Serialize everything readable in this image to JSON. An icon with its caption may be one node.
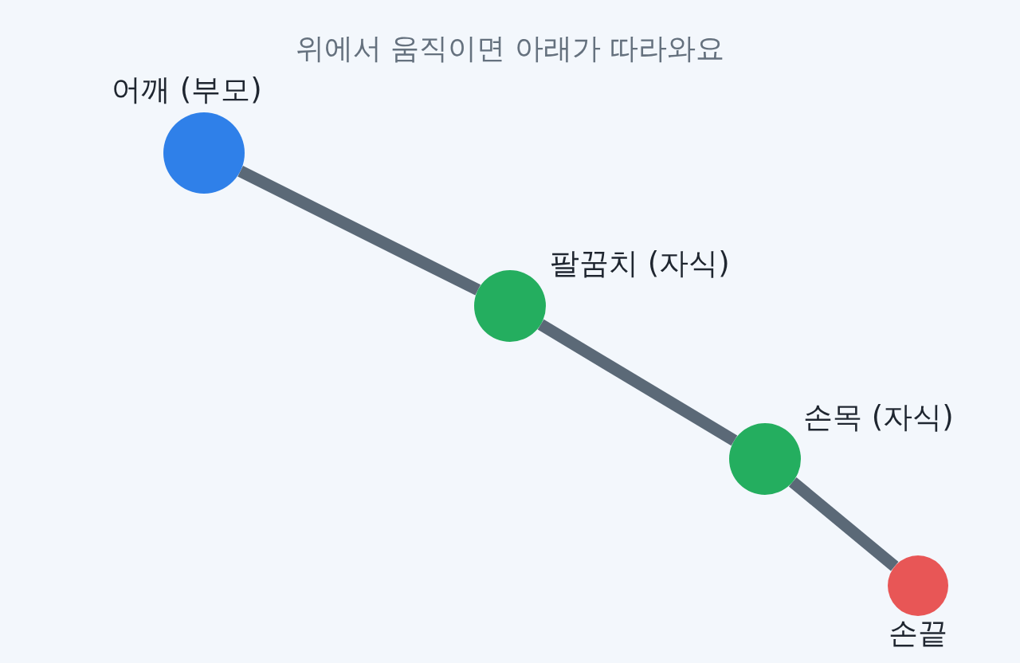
{
  "diagram": {
    "title": "위에서 움직이면 아래가 따라와요",
    "nodes": [
      {
        "text": [],
        "shape": "circle",
        "beside": [
          "어깨 (부모)"
        ]
      },
      {
        "text": [],
        "shape": "circle",
        "beside": [
          "팔꿈치 (자식)"
        ]
      },
      {
        "text": [],
        "shape": "circle",
        "beside": [
          "손목 (자식)"
        ]
      },
      {
        "text": [],
        "shape": "circle",
        "beside": [
          "손끝"
        ]
      }
    ],
    "edges": [
      {
        "from": 0,
        "to": 1,
        "arrow": "none"
      },
      {
        "from": 1,
        "to": 2,
        "arrow": "none"
      },
      {
        "from": 2,
        "to": 3,
        "arrow": "none"
      }
    ]
  }
}
